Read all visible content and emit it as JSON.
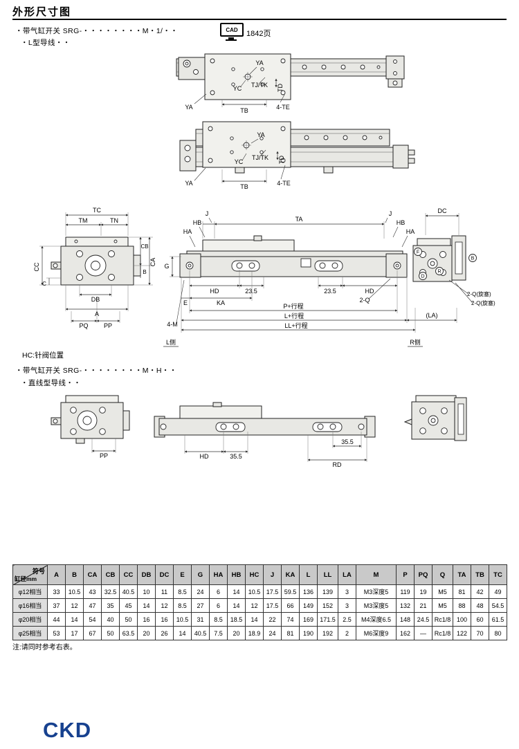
{
  "page": {
    "title": "外形尺寸图",
    "note": "注:请同时参考右表。",
    "logo": "CKD"
  },
  "sec1": {
    "bullet1": "・带气缸开关 SRG-・・・・・・・・M・1/・・",
    "bullet2": "・L型导线・・",
    "cad": "CAD",
    "cad_page": "1842页"
  },
  "sec2": {
    "hc_note": "HC:针阀位置",
    "bullet1": "・带气缸开关 SRG-・・・・・・・・M・H・・",
    "bullet2": "・直线型导线・・"
  },
  "d1": {
    "ya_top": "YA",
    "yc": "YC",
    "tjtk": "TJ/TK",
    "td": "TD",
    "ya_bottom": "YA",
    "tb": "TB",
    "te4": "4-TE"
  },
  "d2": {
    "ya_top": "YA",
    "yc": "YC",
    "tjtk": "TJ/TK",
    "td": "TD",
    "ya_bottom": "YA",
    "tb": "TB",
    "te4": "4-TE"
  },
  "d3": {
    "tc": "TC",
    "tm": "TM",
    "tn": "TN",
    "cc": "CC",
    "c": "C",
    "cb": "CB",
    "ca": "CA",
    "b": "B",
    "db": "DB",
    "a": "A",
    "pq": "PQ",
    "pp": "PP",
    "j_left": "J",
    "hb_left": "HB",
    "ha_left": "HA",
    "ta": "TA",
    "j_right": "J",
    "hb_right": "HB",
    "ha_right": "HA",
    "dc": "DC",
    "g": "G",
    "hd_left": "HD",
    "v235_left": "23.5",
    "v235_right": "23.5",
    "hd_right": "HD",
    "e": "E",
    "ka": "KA",
    "q2": "2-Q",
    "m4": "4-M",
    "p_stroke": "P+行程",
    "l_stroke": "L+行程",
    "ll_stroke": "LL+行程",
    "la": "(LA)",
    "l_side": "L侧",
    "r_side": "R侧",
    "pf": "F",
    "pb": "B",
    "pd": "D",
    "pr": "R",
    "q2_plug1": "2-Q(旋塞)",
    "q2_plug2": "2-Q(旋塞)"
  },
  "d4": {
    "pp": "PP",
    "hd": "HD",
    "v355_left": "35.5",
    "v355_right": "35.5",
    "rd": "RD"
  },
  "table": {
    "corner_top": "符号",
    "corner_bottom": "缸径mm",
    "columns": [
      "A",
      "B",
      "CA",
      "CB",
      "CC",
      "DB",
      "DC",
      "E",
      "G",
      "HA",
      "HB",
      "HC",
      "J",
      "KA",
      "L",
      "LL",
      "LA",
      "M",
      "P",
      "PQ",
      "Q",
      "TA",
      "TB",
      "TC"
    ],
    "rows": [
      {
        "label": "φ12相当",
        "values": [
          "33",
          "10.5",
          "43",
          "32.5",
          "40.5",
          "10",
          "11",
          "8.5",
          "24",
          "6",
          "14",
          "10.5",
          "17.5",
          "59.5",
          "136",
          "139",
          "3",
          "M3深度5",
          "119",
          "19",
          "M5",
          "81",
          "42",
          "49"
        ]
      },
      {
        "label": "φ16相当",
        "values": [
          "37",
          "12",
          "47",
          "35",
          "45",
          "14",
          "12",
          "8.5",
          "27",
          "6",
          "14",
          "12",
          "17.5",
          "66",
          "149",
          "152",
          "3",
          "M3深度5",
          "132",
          "21",
          "M5",
          "88",
          "48",
          "54.5"
        ]
      },
      {
        "label": "φ20相当",
        "values": [
          "44",
          "14",
          "54",
          "40",
          "50",
          "16",
          "16",
          "10.5",
          "31",
          "8.5",
          "18.5",
          "14",
          "22",
          "74",
          "169",
          "171.5",
          "2.5",
          "M4深度6.5",
          "148",
          "24.5",
          "Rc1/8",
          "100",
          "60",
          "61.5"
        ]
      },
      {
        "label": "φ25相当",
        "values": [
          "53",
          "17",
          "67",
          "50",
          "63.5",
          "20",
          "26",
          "14",
          "40.5",
          "7.5",
          "20",
          "18.9",
          "24",
          "81",
          "190",
          "192",
          "2",
          "M6深度9",
          "162",
          "—",
          "Rc1/8",
          "122",
          "70",
          "80"
        ]
      }
    ]
  }
}
